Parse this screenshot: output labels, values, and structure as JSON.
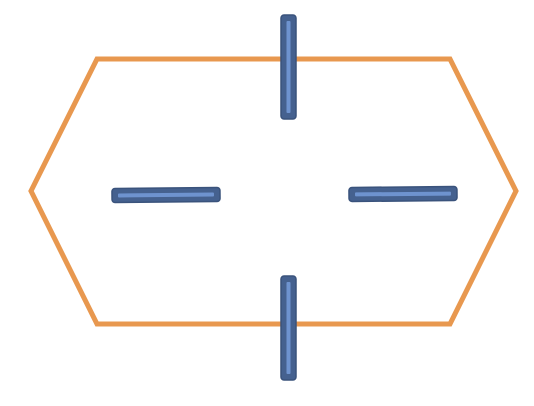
{
  "diagram": {
    "shapes": [
      {
        "kind": "hexagon",
        "name": "hexagon-outline",
        "stroke_color": "#E8984F"
      }
    ],
    "bars": [
      {
        "name": "bar-top",
        "fill_color": "#45618F",
        "highlight_color": "#6E93CF"
      },
      {
        "name": "bar-bottom",
        "fill_color": "#45618F",
        "highlight_color": "#6E93CF"
      },
      {
        "name": "bar-left",
        "fill_color": "#45618F",
        "highlight_color": "#6E93CF"
      },
      {
        "name": "bar-right",
        "fill_color": "#45618F",
        "highlight_color": "#6E93CF"
      }
    ]
  }
}
